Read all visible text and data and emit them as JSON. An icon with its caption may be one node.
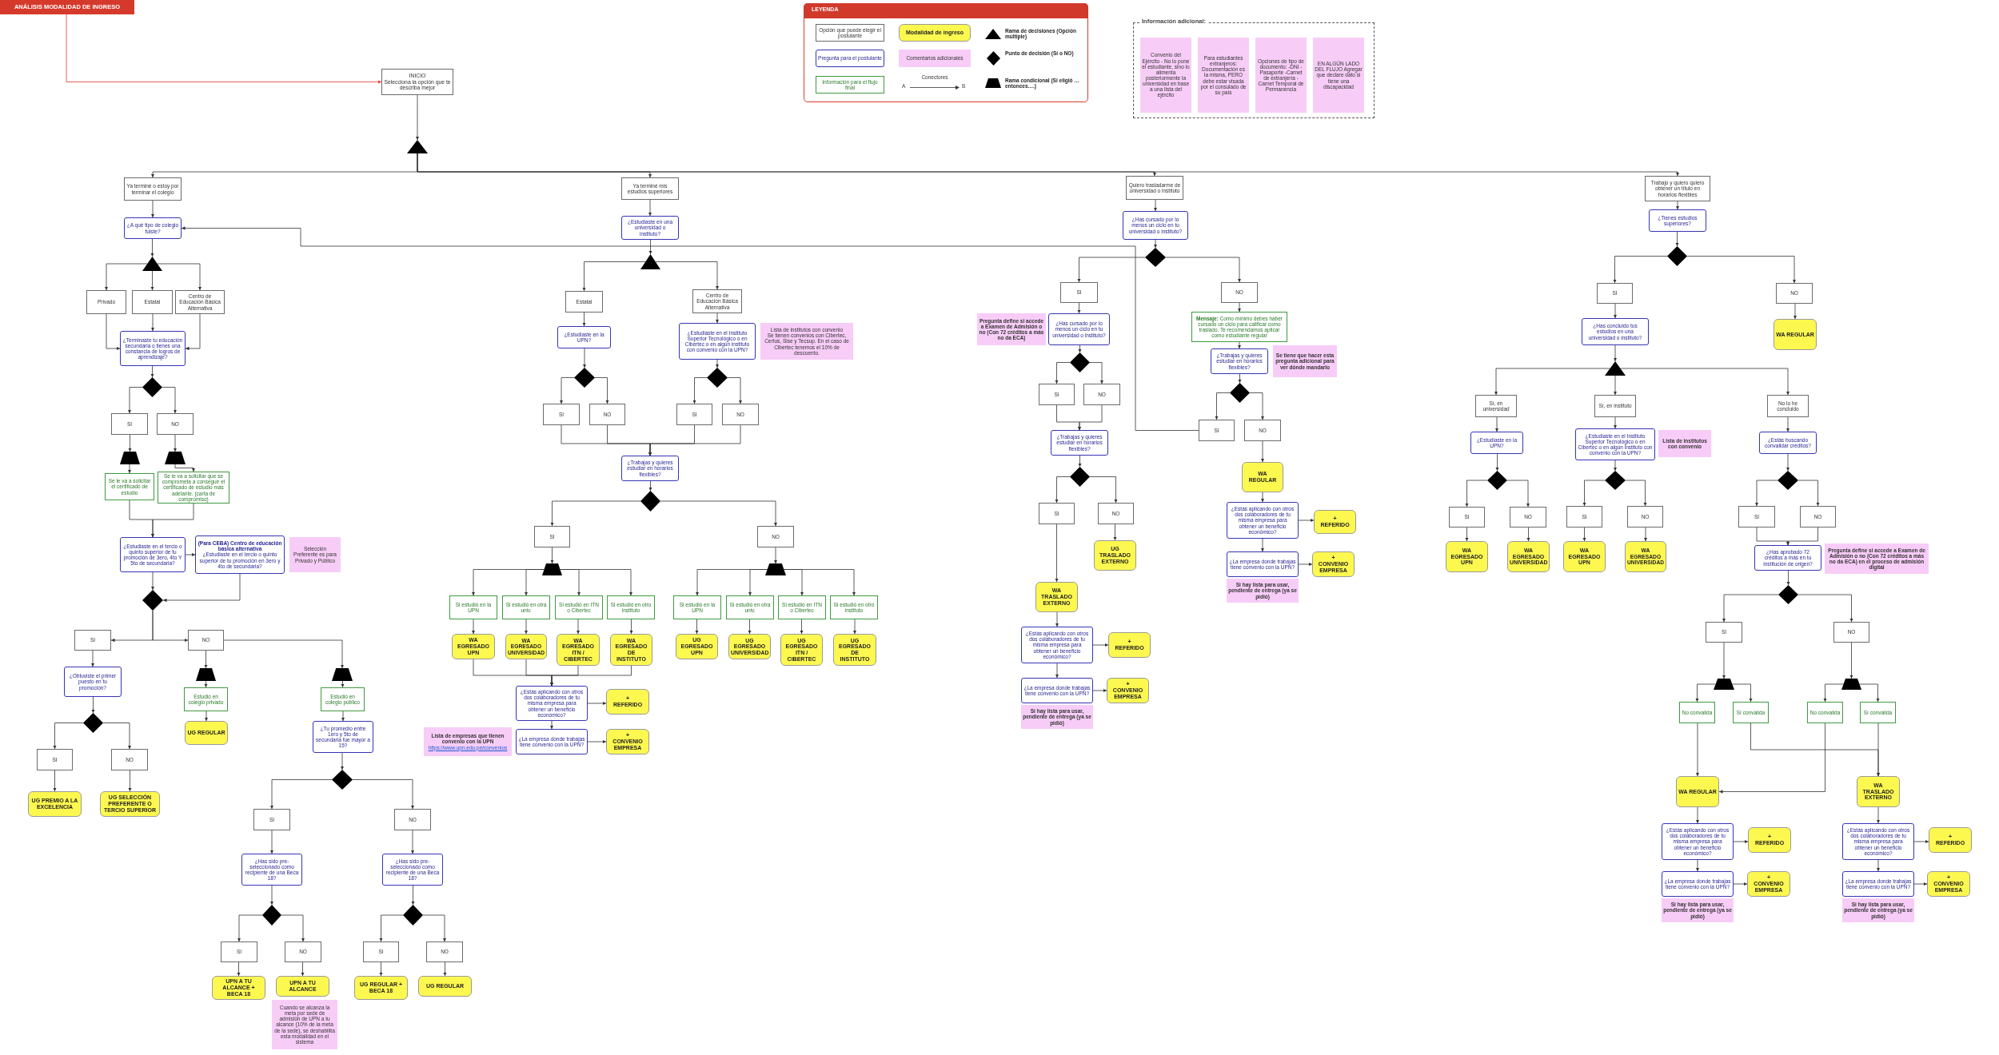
{
  "diagram": {
    "nodes": [
      {
        "text": [
          "ANÁLISIS MODALIDAD DE INGRESO"
        ]
      },
      {
        "text": [
          "INICIO",
          "Selecciona la opción que te describa mejor"
        ]
      },
      {
        "text": [],
        "shape": "triangle"
      },
      {
        "text": [
          "Información adicional:"
        ]
      },
      {
        "text": [
          "Convenio del Ejército - No lo pone el estudiante, sino lo alimenta posteriormente la universidad en base a una lista del ejército"
        ],
        "in": 3
      },
      {
        "text": [
          "Para estudiantes extranjeros: Documentación es la misma, PERO debe estar visada por el consulado de su país"
        ],
        "in": 3
      },
      {
        "text": [
          "Opciones de tipo de documento: -DNI -Pasaporte -Carnet de extranjería -Carnet Temporal de Permanencia"
        ],
        "in": 3
      },
      {
        "text": [
          "EN ALGÚN LADO DEL FLUJO Agregar que declare dato si tiene una discapacidad"
        ],
        "in": 3
      },
      {
        "text": [
          "Ya terminé o estoy por terminar el colegio"
        ]
      },
      {
        "text": [
          "¿A qué tipo de colegio fuiste?"
        ]
      },
      {
        "text": [],
        "shape": "triangle"
      },
      {
        "text": [
          "Privado"
        ]
      },
      {
        "text": [
          "Estatal"
        ]
      },
      {
        "text": [
          "Centro de Educación Básica Alternativa"
        ]
      },
      {
        "text": [
          "¿Terminaste tu educación secundaria o tienes una constancia de logros de aprendizaje?"
        ]
      },
      {
        "text": [],
        "shape": "diamond"
      },
      {
        "text": [
          "SI"
        ]
      },
      {
        "text": [
          "NO"
        ]
      },
      {
        "text": [],
        "shape": "trapezoid"
      },
      {
        "text": [],
        "shape": "trapezoid"
      },
      {
        "text": [
          "Se le va a solicitar el certificado de estudio"
        ]
      },
      {
        "text": [
          "Se le va a solicitar que se comprometa a conseguir el certificado de estudio más adelante. (carta de compromiso)"
        ]
      },
      {
        "text": [
          "¿Estudiaste en el tercio o quinto superior de tu promoción de 3ero, 4to Y 5to de secundaria?"
        ]
      },
      {
        "text": [
          "(Para CEBA) Centro de educación básica alternativa",
          "¿Estudiaste en el tercio o quinto superior de tu promoción en 3ero y 4to de secundaria?"
        ]
      },
      {
        "text": [
          "Selección Preferente es para Privado y Público"
        ]
      },
      {
        "text": [],
        "shape": "diamond"
      },
      {
        "text": [
          "SI"
        ]
      },
      {
        "text": [
          "NO"
        ]
      },
      {
        "text": [
          "¿Obtuviste el primer puesto en tu promoción?"
        ]
      },
      {
        "text": [],
        "shape": "diamond"
      },
      {
        "text": [
          "SI"
        ]
      },
      {
        "text": [
          "NO"
        ]
      },
      {
        "text": [
          "UG PREMIO A LA EXCELENCIA"
        ]
      },
      {
        "text": [
          "UG SELECCIÓN PREFERENTE O TERCIO SUPERIOR"
        ]
      },
      {
        "text": [],
        "shape": "trapezoid"
      },
      {
        "text": [
          "Estudió en colegio privado"
        ]
      },
      {
        "text": [
          "UG REGULAR"
        ]
      },
      {
        "text": [],
        "shape": "trapezoid"
      },
      {
        "text": [
          "Estudió en colegio público"
        ]
      },
      {
        "text": [
          "¿Tu promedio entre 1ero y 5to de secundaria fue mayor a 15?"
        ]
      },
      {
        "text": [],
        "shape": "diamond"
      },
      {
        "text": [
          "SI"
        ]
      },
      {
        "text": [
          "NO"
        ]
      },
      {
        "text": [
          "¿Has sido pre-seleccionado como recipiente de una Beca 18?"
        ]
      },
      {
        "text": [],
        "shape": "diamond"
      },
      {
        "text": [
          "SI"
        ]
      },
      {
        "text": [
          "NO"
        ]
      },
      {
        "text": [
          "UPN A TU ALCANCE + BECA 18"
        ]
      },
      {
        "text": [
          "UPN A TU ALCANCE"
        ]
      },
      {
        "text": [
          "Cuando se alcanza la meta por sede de admisión de UPN a tu alcance (10% de la meta de la sede), se deshabilita esta modalidad en el sistema"
        ]
      },
      {
        "text": [
          "¿Has sido pre-seleccionado como recipiente de una Beca 18?"
        ]
      },
      {
        "text": [],
        "shape": "diamond"
      },
      {
        "text": [
          "SI"
        ]
      },
      {
        "text": [
          "NO"
        ]
      },
      {
        "text": [
          "UG REGULAR + BECA 18"
        ]
      },
      {
        "text": [
          "UG REGULAR"
        ]
      },
      {
        "text": [
          "Ya terminé mis estudios superiores"
        ]
      },
      {
        "text": [
          "¿Estudiaste en una universidad o instituto?"
        ]
      },
      {
        "text": [],
        "shape": "triangle"
      },
      {
        "text": [
          "Estatal"
        ]
      },
      {
        "text": [
          "Centro de Educación Básica Alternativa"
        ]
      },
      {
        "text": [
          "¿Estudiaste en la UPN?"
        ]
      },
      {
        "text": [
          "¿Estudiaste en el Instituto Superior Tecnológico o en Cibertec o en algún instituto con convenio con la UPN?"
        ]
      },
      {
        "text": [
          "Lista de institutos con convenio",
          "Se tienen convenios con Cibertec, Certus, Sise y Tecsup. En el caso de Cibertec tenemos el 10% de descuento."
        ]
      },
      {
        "text": [],
        "shape": "diamond"
      },
      {
        "text": [],
        "shape": "diamond"
      },
      {
        "text": [
          "SI"
        ]
      },
      {
        "text": [
          "NO"
        ]
      },
      {
        "text": [
          "SI"
        ]
      },
      {
        "text": [
          "NO"
        ]
      },
      {
        "text": [
          "¿Trabajas y quieres estudiar en horarios flexibles?"
        ]
      },
      {
        "text": [],
        "shape": "diamond"
      },
      {
        "text": [
          "SI"
        ]
      },
      {
        "text": [
          "NO"
        ]
      },
      {
        "text": [],
        "shape": "trapezoid"
      },
      {
        "text": [
          "Si estudió en la UPN"
        ]
      },
      {
        "text": [
          "Si estudió en otra univ."
        ]
      },
      {
        "text": [
          "Si estudió en ITN o Cibertec"
        ]
      },
      {
        "text": [
          "Si estudió en otro instituto"
        ]
      },
      {
        "text": [
          "WA EGRESADO UPN"
        ]
      },
      {
        "text": [
          "WA EGRESADO UNIVERSIDAD"
        ]
      },
      {
        "text": [
          "WA EGRESADO ITN / CIBERTEC"
        ]
      },
      {
        "text": [
          "WA EGRESADO DE INSTITUTO"
        ]
      },
      {
        "text": [
          "¿Estás aplicando con otros dos colaboradores de tu misma empresa para obtener un beneficio económico?"
        ]
      },
      {
        "text": [
          "+ REFERIDO"
        ]
      },
      {
        "text": [
          "¿La empresa donde trabajas tiene convenio con la UPN?"
        ]
      },
      {
        "text": [
          "+ CONVENIO EMPRESA"
        ]
      },
      {
        "text": [
          "Lista de empresas que tienen convenio con la UPN",
          "https://www.upn.edu.pe/convenios"
        ]
      },
      {
        "text": [],
        "shape": "trapezoid"
      },
      {
        "text": [
          "Si estudió en la UPN"
        ]
      },
      {
        "text": [
          "Si estudió en otra univ."
        ]
      },
      {
        "text": [
          "Si estudió en ITN o Cibertec"
        ]
      },
      {
        "text": [
          "Si estudió en otro instituto"
        ]
      },
      {
        "text": [
          "UG EGRESADO UPN"
        ]
      },
      {
        "text": [
          "UG EGRESADO UNIVERSIDAD"
        ]
      },
      {
        "text": [
          "UG EGRESADO ITN / CIBERTEC"
        ]
      },
      {
        "text": [
          "UG EGRESADO DE INSTITUTO"
        ]
      },
      {
        "text": [
          "Quiero trasladarme de universidad o instituto"
        ]
      },
      {
        "text": [
          "¿Has cursado por lo menos un ciclo en tu universidad o instituto?"
        ]
      },
      {
        "text": [],
        "shape": "diamond"
      },
      {
        "text": [
          "SI"
        ]
      },
      {
        "text": [
          "NO"
        ]
      },
      {
        "text": [
          "Pregunta define si accede a Examen de Admisión o no (Con 72 créditos a más no da ECA)"
        ]
      },
      {
        "text": [
          "¿Has cursado por lo menos un ciclo en tu universidad o instituto?"
        ]
      },
      {
        "text": [],
        "shape": "diamond"
      },
      {
        "text": [
          "SI"
        ]
      },
      {
        "text": [
          "NO"
        ]
      },
      {
        "text": [
          "¿Trabajas y quieres estudiar en horarios flexibles?"
        ]
      },
      {
        "text": [],
        "shape": "diamond"
      },
      {
        "text": [
          "SI"
        ]
      },
      {
        "text": [
          "NO"
        ]
      },
      {
        "text": [
          "UG TRASLADO EXTERNO"
        ]
      },
      {
        "text": [
          "WA TRASLADO EXTERNO"
        ]
      },
      {
        "text": [
          "¿Estás aplicando con otros dos colaboradores de tu misma empresa para obtener un beneficio económico?"
        ]
      },
      {
        "text": [
          "+ REFERIDO"
        ]
      },
      {
        "text": [
          "¿La empresa donde trabajas tiene convenio con la UPN?"
        ]
      },
      {
        "text": [
          "+ CONVENIO EMPRESA"
        ]
      },
      {
        "text": [
          "Si hay lista para usar, pendiente de entrega (ya se pidió)"
        ]
      },
      {
        "text": [
          "**Mensaje:** Como mínimo debes haber cursado un ciclo para calificar como traslado. Te recomendamos aplicar como estudiante regular"
        ]
      },
      {
        "text": [
          "¿Trabajas y quieres estudiar en horarios flexibles?"
        ]
      },
      {
        "text": [
          "Se tiene que hacer esta pregunta adicional para ver dónde mandarlo"
        ]
      },
      {
        "text": [],
        "shape": "diamond"
      },
      {
        "text": [
          "SI"
        ]
      },
      {
        "text": [
          "NO"
        ]
      },
      {
        "text": [
          "WA REGULAR"
        ]
      },
      {
        "text": [
          "¿Estás aplicando con otros dos colaboradores de tu misma empresa para obtener un beneficio económico?"
        ]
      },
      {
        "text": [
          "+ REFERIDO"
        ]
      },
      {
        "text": [
          "¿La empresa donde trabajas tiene convenio con la UPN?"
        ]
      },
      {
        "text": [
          "+ CONVENIO EMPRESA"
        ]
      },
      {
        "text": [
          "Si hay lista para usar, pendiente de entrega (ya se pidió)"
        ]
      },
      {
        "text": [
          "Trabajo y quiero quiero obtener un título en horarios flexibles"
        ]
      },
      {
        "text": [
          "¿Tienes estudios superiores?"
        ]
      },
      {
        "text": [],
        "shape": "diamond"
      },
      {
        "text": [
          "SI"
        ]
      },
      {
        "text": [
          "NO"
        ]
      },
      {
        "text": [
          "WA REGULAR"
        ]
      },
      {
        "text": [
          "¿Has concluido tus estudios en una universidad o instituto?"
        ]
      },
      {
        "text": [],
        "shape": "triangle"
      },
      {
        "text": [
          "Sí, en universidad"
        ]
      },
      {
        "text": [
          "Sí, en instituto"
        ]
      },
      {
        "text": [
          "No lo he concluido"
        ]
      },
      {
        "text": [
          "¿Estudiaste en la UPN?"
        ]
      },
      {
        "text": [],
        "shape": "diamond"
      },
      {
        "text": [
          "SI"
        ]
      },
      {
        "text": [
          "NO"
        ]
      },
      {
        "text": [
          "WA EGRESADO UPN"
        ]
      },
      {
        "text": [
          "WA EGRESADO UNIVERSIDAD"
        ]
      },
      {
        "text": [
          "¿Estudiaste en el Instituto Superior Tecnológico o en Cibertec o en algún instituto con convenio con la UPN?"
        ]
      },
      {
        "text": [
          "Lista de institutos con convenio"
        ]
      },
      {
        "text": [],
        "shape": "diamond"
      },
      {
        "text": [
          "SI"
        ]
      },
      {
        "text": [
          "NO"
        ]
      },
      {
        "text": [
          "WA EGRESADO UPN"
        ]
      },
      {
        "text": [
          "WA EGRESADO UNIVERSIDAD"
        ]
      },
      {
        "text": [
          "¿Estás buscando convalidar créditos?"
        ]
      },
      {
        "text": [],
        "shape": "diamond"
      },
      {
        "text": [
          "SI"
        ]
      },
      {
        "text": [
          "NO"
        ]
      },
      {
        "text": [
          "¿Has aprobado 72 créditos a más en tu institución de origen?"
        ]
      },
      {
        "text": [
          "Pregunta define si accede a Examen de Admisión o no (Con 72 créditos a más no da ECA) en el proceso de admisión digital"
        ]
      },
      {
        "text": [],
        "shape": "diamond"
      },
      {
        "text": [
          "SI"
        ]
      },
      {
        "text": [
          "NO"
        ]
      },
      {
        "text": [],
        "shape": "trapezoid"
      },
      {
        "text": [],
        "shape": "trapezoid"
      },
      {
        "text": [
          "No convalida"
        ]
      },
      {
        "text": [
          "Sí convalida"
        ]
      },
      {
        "text": [
          "No convalida"
        ]
      },
      {
        "text": [
          "Sí convalida"
        ]
      },
      {
        "text": [
          "WA REGULAR"
        ]
      },
      {
        "text": [
          "WA TRASLADO EXTERNO"
        ]
      },
      {
        "text": [
          "¿Estás aplicando con otros dos colaboradores de tu misma empresa para obtener un beneficio económico?"
        ]
      },
      {
        "text": [
          "+ REFERIDO"
        ]
      },
      {
        "text": [
          "¿La empresa donde trabajas tiene convenio con la UPN?"
        ]
      },
      {
        "text": [
          "+ CONVENIO EMPRESA"
        ]
      },
      {
        "text": [
          "Si hay lista para usar, pendiente de entrega (ya se pidió)"
        ]
      },
      {
        "text": [
          "¿Estás aplicando con otros dos colaboradores de tu misma empresa para obtener un beneficio económico?"
        ]
      },
      {
        "text": [
          "+ REFERIDO"
        ]
      },
      {
        "text": [
          "¿La empresa donde trabajas tiene convenio con la UPN?"
        ]
      },
      {
        "text": [
          "+ CONVENIO EMPRESA"
        ]
      },
      {
        "text": [
          "Si hay lista para usar, pendiente de entrega (ya se pidió)"
        ]
      }
    ],
    "edges": [
      {
        "from": 0,
        "to": 1,
        "arrow": "to",
        "color": "#e53935"
      },
      {
        "from": 1,
        "to": 2,
        "arrow": "to"
      },
      {
        "from": 2,
        "to": 8,
        "arrow": "to"
      },
      {
        "from": 2,
        "to": 56,
        "arrow": "to"
      },
      {
        "from": 2,
        "to": 97,
        "arrow": "to"
      },
      {
        "from": 2,
        "to": 130,
        "arrow": "to"
      },
      {
        "from": 8,
        "to": 9,
        "arrow": "to"
      },
      {
        "from": 9,
        "to": 10,
        "arrow": "to"
      },
      {
        "from": 10,
        "to": 11,
        "arrow": "to"
      },
      {
        "from": 10,
        "to": 12,
        "arrow": "to"
      },
      {
        "from": 10,
        "to": 13,
        "arrow": "to"
      },
      {
        "from": 11,
        "to": 14,
        "arrow": "to"
      },
      {
        "from": 12,
        "to": 14,
        "arrow": "to"
      },
      {
        "from": 13,
        "to": 14,
        "arrow": "to"
      },
      {
        "from": 14,
        "to": 15,
        "arrow": "to"
      },
      {
        "from": 15,
        "to": 16,
        "arrow": "to"
      },
      {
        "from": 15,
        "to": 17,
        "arrow": "to"
      },
      {
        "from": 16,
        "to": 18,
        "arrow": "to"
      },
      {
        "from": 17,
        "to": 19,
        "arrow": "to"
      },
      {
        "from": 18,
        "to": 20,
        "arrow": "to"
      },
      {
        "from": 19,
        "to": 21,
        "arrow": "to"
      },
      {
        "from": 20,
        "to": 22,
        "arrow": "to"
      },
      {
        "from": 21,
        "to": 22,
        "arrow": "to"
      },
      {
        "from": 22,
        "to": 23,
        "arrow": "to"
      },
      {
        "from": 22,
        "to": 25,
        "arrow": "to"
      },
      {
        "from": 23,
        "to": 25,
        "arrow": "to"
      },
      {
        "from": 25,
        "to": 26,
        "arrow": "to"
      },
      {
        "from": 25,
        "to": 27,
        "arrow": "to"
      },
      {
        "from": 26,
        "to": 28,
        "arrow": "to"
      },
      {
        "from": 28,
        "to": 29,
        "arrow": "to"
      },
      {
        "from": 29,
        "to": 30,
        "arrow": "to"
      },
      {
        "from": 29,
        "to": 31,
        "arrow": "to"
      },
      {
        "from": 30,
        "to": 32,
        "arrow": "to"
      },
      {
        "from": 31,
        "to": 33,
        "arrow": "to"
      },
      {
        "from": 27,
        "to": 34,
        "arrow": "to"
      },
      {
        "from": 34,
        "to": 35,
        "arrow": "to"
      },
      {
        "from": 35,
        "to": 36,
        "arrow": "to"
      },
      {
        "from": 27,
        "to": 37,
        "arrow": "to"
      },
      {
        "from": 37,
        "to": 38,
        "arrow": "to"
      },
      {
        "from": 38,
        "to": 39,
        "arrow": "to"
      },
      {
        "from": 39,
        "to": 40,
        "arrow": "to"
      },
      {
        "from": 40,
        "to": 41,
        "arrow": "to"
      },
      {
        "from": 40,
        "to": 42,
        "arrow": "to"
      },
      {
        "from": 41,
        "to": 43,
        "arrow": "to"
      },
      {
        "from": 43,
        "to": 44,
        "arrow": "to"
      },
      {
        "from": 44,
        "to": 45,
        "arrow": "to"
      },
      {
        "from": 44,
        "to": 46,
        "arrow": "to"
      },
      {
        "from": 45,
        "to": 47,
        "arrow": "to"
      },
      {
        "from": 46,
        "to": 48,
        "arrow": "to"
      },
      {
        "from": 42,
        "to": 50,
        "arrow": "to"
      },
      {
        "from": 50,
        "to": 51,
        "arrow": "to"
      },
      {
        "from": 51,
        "to": 52,
        "arrow": "to"
      },
      {
        "from": 51,
        "to": 53,
        "arrow": "to"
      },
      {
        "from": 52,
        "to": 54,
        "arrow": "to"
      },
      {
        "from": 53,
        "to": 55,
        "arrow": "to"
      },
      {
        "from": 56,
        "to": 57,
        "arrow": "to"
      },
      {
        "from": 57,
        "to": 58,
        "arrow": "to"
      },
      {
        "from": 58,
        "to": 59,
        "arrow": "to"
      },
      {
        "from": 58,
        "to": 60,
        "arrow": "to"
      },
      {
        "from": 59,
        "to": 61,
        "arrow": "to"
      },
      {
        "from": 60,
        "to": 62,
        "arrow": "to"
      },
      {
        "from": 61,
        "to": 64,
        "arrow": "to"
      },
      {
        "from": 62,
        "to": 65,
        "arrow": "to"
      },
      {
        "from": 64,
        "to": 66,
        "arrow": "to"
      },
      {
        "from": 64,
        "to": 67,
        "arrow": "to"
      },
      {
        "from": 65,
        "to": 68,
        "arrow": "to"
      },
      {
        "from": 65,
        "to": 69,
        "arrow": "to"
      },
      {
        "from": 66,
        "to": 70,
        "arrow": "to"
      },
      {
        "from": 67,
        "to": 70,
        "arrow": "to"
      },
      {
        "from": 68,
        "to": 70,
        "arrow": "to"
      },
      {
        "from": 69,
        "to": 70,
        "arrow": "to"
      },
      {
        "from": 70,
        "to": 71,
        "arrow": "to"
      },
      {
        "from": 71,
        "to": 72,
        "arrow": "to"
      },
      {
        "from": 71,
        "to": 73,
        "arrow": "to"
      },
      {
        "from": 72,
        "to": 74,
        "arrow": "to"
      },
      {
        "from": 74,
        "to": 75,
        "arrow": "to"
      },
      {
        "from": 74,
        "to": 76,
        "arrow": "to"
      },
      {
        "from": 74,
        "to": 77,
        "arrow": "to"
      },
      {
        "from": 74,
        "to": 78,
        "arrow": "to"
      },
      {
        "from": 75,
        "to": 79,
        "arrow": "to"
      },
      {
        "from": 76,
        "to": 80,
        "arrow": "to"
      },
      {
        "from": 77,
        "to": 81,
        "arrow": "to"
      },
      {
        "from": 78,
        "to": 82,
        "arrow": "to"
      },
      {
        "from": 79,
        "to": 83,
        "arrow": "to"
      },
      {
        "from": 80,
        "to": 83,
        "arrow": "to"
      },
      {
        "from": 81,
        "to": 83,
        "arrow": "to"
      },
      {
        "from": 82,
        "to": 83,
        "arrow": "to"
      },
      {
        "from": 83,
        "to": 84,
        "arrow": "to"
      },
      {
        "from": 83,
        "to": 85,
        "arrow": "to"
      },
      {
        "from": 85,
        "to": 86,
        "arrow": "to"
      },
      {
        "from": 73,
        "to": 88,
        "arrow": "to"
      },
      {
        "from": 88,
        "to": 89,
        "arrow": "to"
      },
      {
        "from": 88,
        "to": 90,
        "arrow": "to"
      },
      {
        "from": 88,
        "to": 91,
        "arrow": "to"
      },
      {
        "from": 88,
        "to": 92,
        "arrow": "to"
      },
      {
        "from": 89,
        "to": 93,
        "arrow": "to"
      },
      {
        "from": 90,
        "to": 94,
        "arrow": "to"
      },
      {
        "from": 91,
        "to": 95,
        "arrow": "to"
      },
      {
        "from": 92,
        "to": 96,
        "arrow": "to"
      },
      {
        "from": 97,
        "to": 98,
        "arrow": "to"
      },
      {
        "from": 98,
        "to": 99,
        "arrow": "to"
      },
      {
        "from": 99,
        "to": 100,
        "arrow": "to"
      },
      {
        "from": 99,
        "to": 101,
        "arrow": "to"
      },
      {
        "from": 100,
        "to": 103,
        "arrow": "to"
      },
      {
        "from": 103,
        "to": 104,
        "arrow": "to"
      },
      {
        "from": 104,
        "to": 105,
        "arrow": "to"
      },
      {
        "from": 104,
        "to": 106,
        "arrow": "to"
      },
      {
        "from": 105,
        "to": 107,
        "arrow": "to"
      },
      {
        "from": 106,
        "to": 107,
        "arrow": "to"
      },
      {
        "from": 107,
        "to": 108,
        "arrow": "to"
      },
      {
        "from": 108,
        "to": 109,
        "arrow": "to"
      },
      {
        "from": 108,
        "to": 110,
        "arrow": "to"
      },
      {
        "from": 110,
        "to": 111,
        "arrow": "to"
      },
      {
        "from": 109,
        "to": 112,
        "arrow": "to"
      },
      {
        "from": 112,
        "to": 113,
        "arrow": "to"
      },
      {
        "from": 113,
        "to": 114,
        "arrow": "to"
      },
      {
        "from": 113,
        "to": 115,
        "arrow": "to"
      },
      {
        "from": 115,
        "to": 116,
        "arrow": "to"
      },
      {
        "from": 101,
        "to": 118,
        "arrow": "to"
      },
      {
        "from": 118,
        "to": 119,
        "arrow": "to"
      },
      {
        "from": 119,
        "to": 121,
        "arrow": "to"
      },
      {
        "from": 121,
        "to": 122,
        "arrow": "to"
      },
      {
        "from": 121,
        "to": 123,
        "arrow": "to"
      },
      {
        "from": 122,
        "to": 9,
        "arrow": "to"
      },
      {
        "from": 123,
        "to": 124,
        "arrow": "to"
      },
      {
        "from": 124,
        "to": 125,
        "arrow": "to"
      },
      {
        "from": 125,
        "to": 126,
        "arrow": "to"
      },
      {
        "from": 125,
        "to": 127,
        "arrow": "to"
      },
      {
        "from": 127,
        "to": 128,
        "arrow": "to"
      },
      {
        "from": 130,
        "to": 131,
        "arrow": "to"
      },
      {
        "from": 131,
        "to": 132,
        "arrow": "to"
      },
      {
        "from": 132,
        "to": 133,
        "arrow": "to"
      },
      {
        "from": 132,
        "to": 134,
        "arrow": "to"
      },
      {
        "from": 134,
        "to": 135,
        "arrow": "to"
      },
      {
        "from": 133,
        "to": 136,
        "arrow": "to"
      },
      {
        "from": 136,
        "to": 137,
        "arrow": "to"
      },
      {
        "from": 137,
        "to": 138,
        "arrow": "to"
      },
      {
        "from": 137,
        "to": 139,
        "arrow": "to"
      },
      {
        "from": 137,
        "to": 140,
        "arrow": "to"
      },
      {
        "from": 138,
        "to": 141,
        "arrow": "to"
      },
      {
        "from": 141,
        "to": 142,
        "arrow": "to"
      },
      {
        "from": 142,
        "to": 143,
        "arrow": "to"
      },
      {
        "from": 142,
        "to": 144,
        "arrow": "to"
      },
      {
        "from": 143,
        "to": 145,
        "arrow": "to"
      },
      {
        "from": 144,
        "to": 146,
        "arrow": "to"
      },
      {
        "from": 139,
        "to": 147,
        "arrow": "to"
      },
      {
        "from": 147,
        "to": 149,
        "arrow": "to"
      },
      {
        "from": 149,
        "to": 150,
        "arrow": "to"
      },
      {
        "from": 149,
        "to": 151,
        "arrow": "to"
      },
      {
        "from": 150,
        "to": 152,
        "arrow": "to"
      },
      {
        "from": 151,
        "to": 153,
        "arrow": "to"
      },
      {
        "from": 140,
        "to": 154,
        "arrow": "to"
      },
      {
        "from": 154,
        "to": 155,
        "arrow": "to"
      },
      {
        "from": 155,
        "to": 156,
        "arrow": "to"
      },
      {
        "from": 155,
        "to": 157,
        "arrow": "to"
      },
      {
        "from": 156,
        "to": 158,
        "arrow": "to"
      },
      {
        "from": 157,
        "to": 158,
        "arrow": "to"
      },
      {
        "from": 158,
        "to": 160,
        "arrow": "to"
      },
      {
        "from": 160,
        "to": 161,
        "arrow": "to"
      },
      {
        "from": 160,
        "to": 162,
        "arrow": "to"
      },
      {
        "from": 161,
        "to": 163,
        "arrow": "to"
      },
      {
        "from": 162,
        "to": 164,
        "arrow": "to"
      },
      {
        "from": 163,
        "to": 165,
        "arrow": "to"
      },
      {
        "from": 163,
        "to": 166,
        "arrow": "to"
      },
      {
        "from": 164,
        "to": 167,
        "arrow": "to"
      },
      {
        "from": 164,
        "to": 168,
        "arrow": "to"
      },
      {
        "from": 165,
        "to": 169,
        "arrow": "to"
      },
      {
        "from": 166,
        "to": 170,
        "arrow": "to"
      },
      {
        "from": 167,
        "to": 169,
        "arrow": "to"
      },
      {
        "from": 168,
        "to": 170,
        "arrow": "to"
      },
      {
        "from": 169,
        "to": 171,
        "arrow": "to"
      },
      {
        "from": 171,
        "to": 172,
        "arrow": "to"
      },
      {
        "from": 171,
        "to": 173,
        "arrow": "to"
      },
      {
        "from": 173,
        "to": 174,
        "arrow": "to"
      },
      {
        "from": 170,
        "to": 176,
        "arrow": "to"
      },
      {
        "from": 176,
        "to": 177,
        "arrow": "to"
      },
      {
        "from": 176,
        "to": 178,
        "arrow": "to"
      },
      {
        "from": 178,
        "to": 179,
        "arrow": "to"
      }
    ],
    "labels": [
      "LEYENDA",
      "A",
      "B"
    ],
    "legend": [
      {
        "text": "Opción que puede elegir el postulante"
      },
      {
        "text": "Pregunta para el postulante"
      },
      {
        "text": "Información para el flujo final"
      },
      {
        "text": "Modalidad de ingreso"
      },
      {
        "text": "Comentarios adicionales",
        "color": "#f7cdf7"
      },
      {
        "text": "Conectores"
      },
      {
        "text": "Rama de decisiones (Opción múltiple)"
      },
      {
        "text": "Punto de decisión (Sí o NO)"
      },
      {
        "text": "Rama condicional (Si eligió … entonces….)"
      }
    ]
  }
}
